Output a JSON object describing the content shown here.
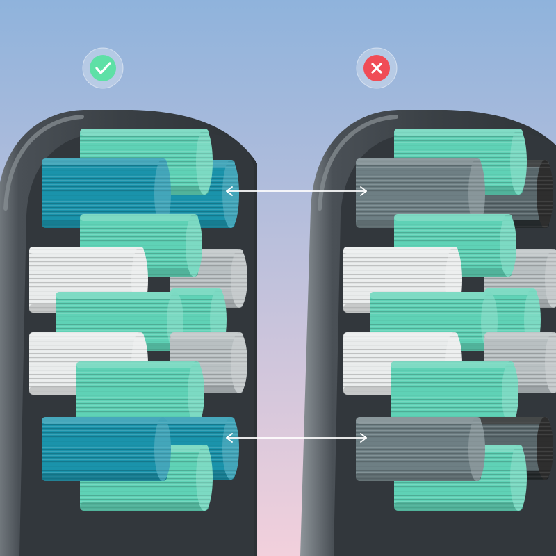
{
  "background": {
    "top_color": "#8fb3dc",
    "bottom_color": "#f2d0dc"
  },
  "colors": {
    "head": "#3b4146",
    "head_highlight": "#8a9196",
    "bristle_mint": "#5fd2b6",
    "bristle_teal": "#1a93ab",
    "bristle_white": "#e9ecec",
    "bristle_gray": "#b9c0c2",
    "bristle_slate": "#6e7f84",
    "badge_good": "#5ee0a6",
    "badge_bad": "#f04c56",
    "arrow": "#ffffff"
  },
  "badges": [
    {
      "name": "good-check-badge",
      "icon": "check-icon",
      "color_key": "badge_good"
    },
    {
      "name": "bad-cross-badge",
      "icon": "close-icon",
      "color_key": "badge_bad"
    }
  ],
  "brushes": [
    {
      "name": "good-brush-head",
      "variant": "good"
    },
    {
      "name": "bad-brush-head",
      "variant": "bad"
    }
  ],
  "arrows": [
    {
      "name": "comparison-arrow-top"
    },
    {
      "name": "comparison-arrow-bottom"
    }
  ]
}
